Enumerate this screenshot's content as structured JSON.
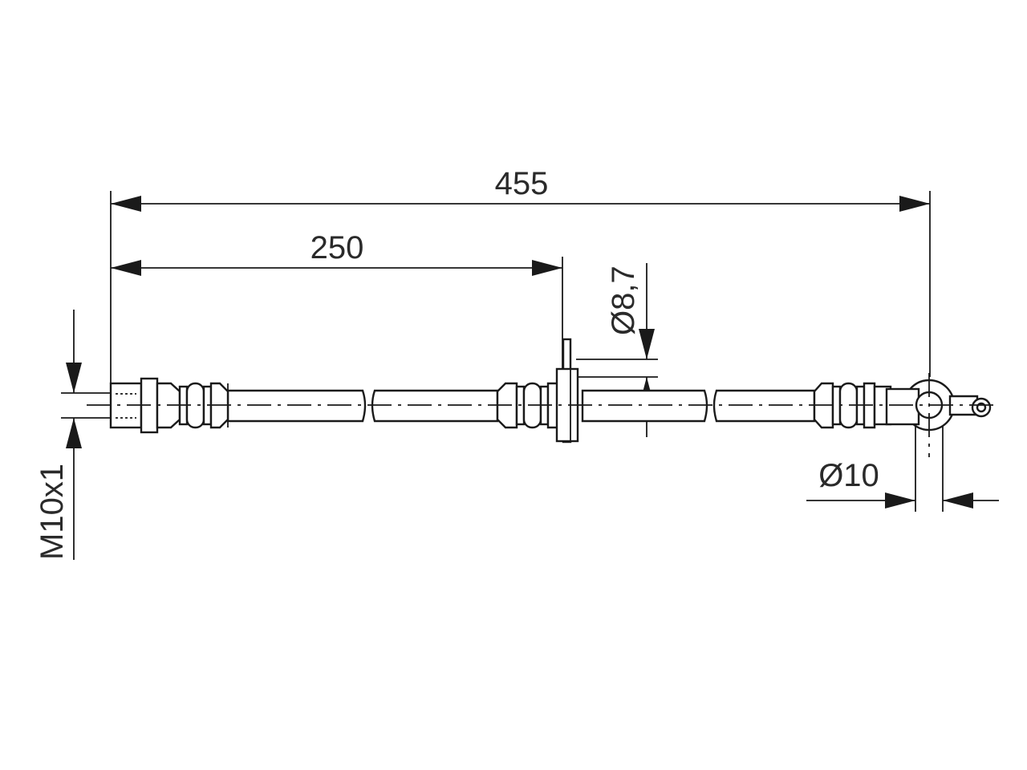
{
  "dimensions": {
    "overall_length": "455",
    "bracket_position": "250",
    "bracket_hole_diameter": "Ø8,7",
    "banjo_bore_diameter": "Ø10",
    "thread": "M10x1"
  },
  "colors": {
    "line": "#1a1a1a",
    "text": "#2a2a2a",
    "background": "#ffffff"
  }
}
